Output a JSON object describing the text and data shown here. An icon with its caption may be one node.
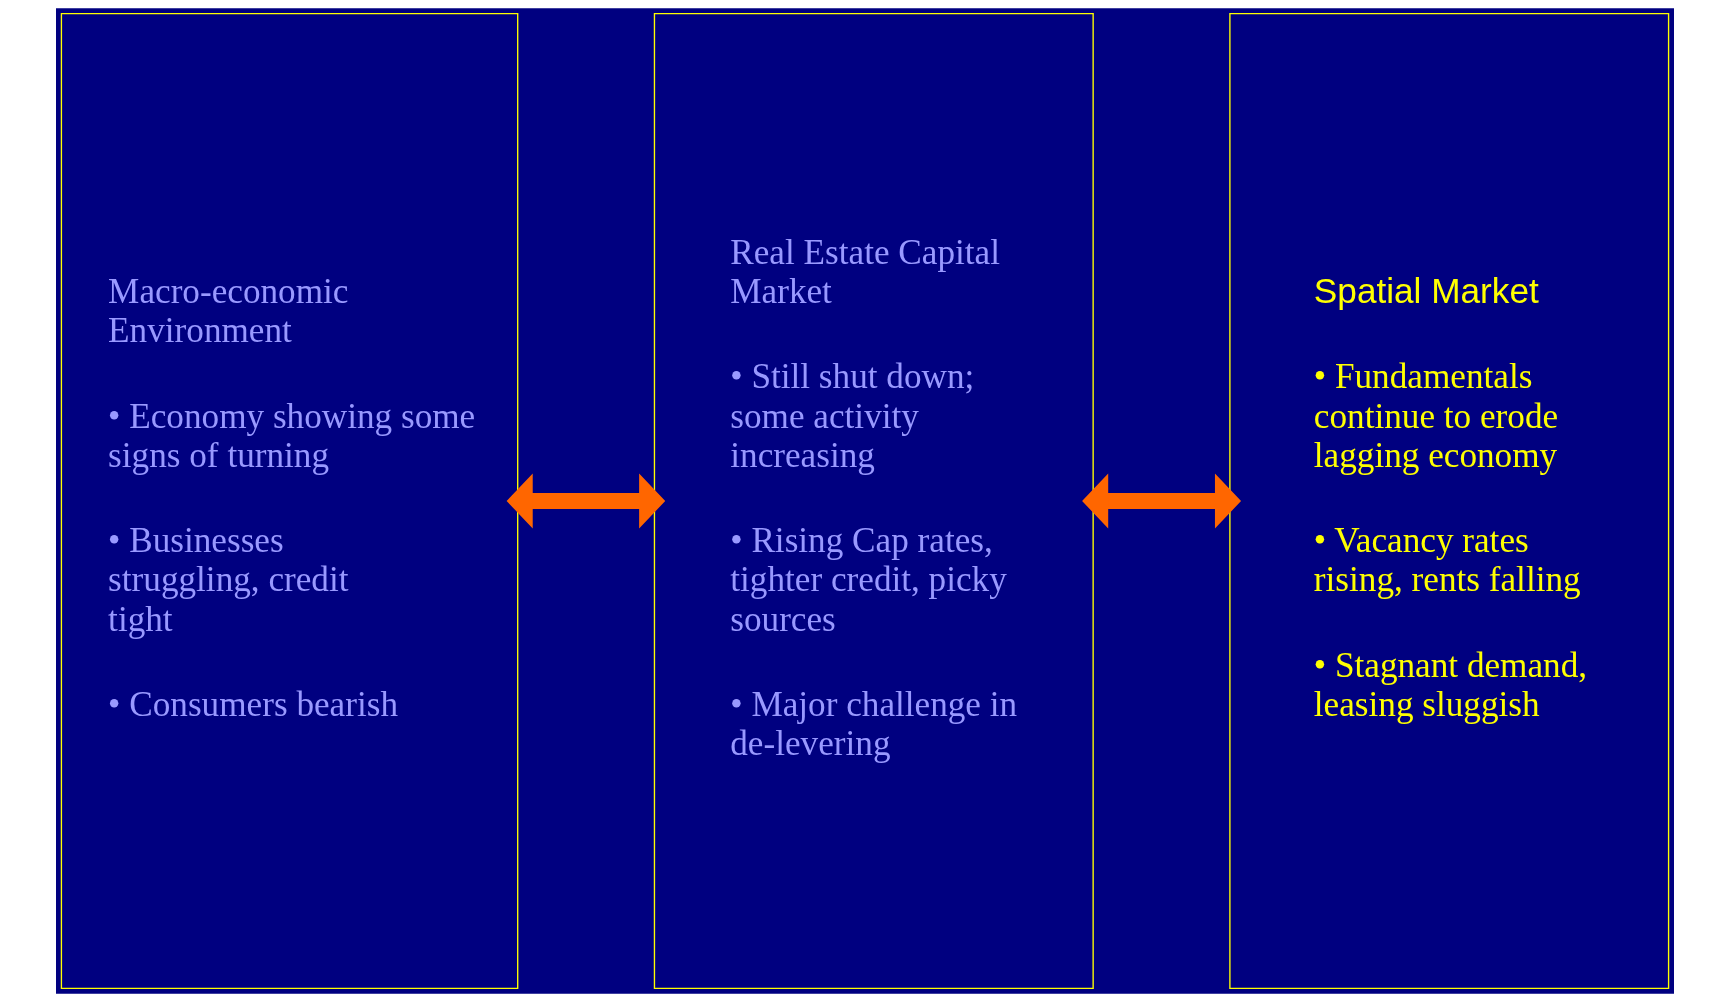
{
  "diagram": {
    "nodes": [
      {
        "text": [
          "Macro-economic Environment",
          "• Economy showing some signs of turning",
          "• Businesses struggling, credit tight",
          "• Consumers bearish"
        ]
      },
      {
        "text": [
          "Real Estate Capital Market",
          "• Still shut down; some activity increasing",
          "• Rising Cap rates, tighter credit, picky sources",
          "• Major challenge in de-levering"
        ]
      },
      {
        "text": [
          "Spatial Market",
          "• Fundamentals continue to erode lagging economy",
          "• Vacancy rates rising, rents falling",
          "• Stagnant demand, leasing sluggish"
        ]
      }
    ],
    "edges": [
      {
        "from": 0,
        "to": 1,
        "arrow": "both"
      },
      {
        "from": 1,
        "to": 2,
        "arrow": "both"
      }
    ]
  }
}
